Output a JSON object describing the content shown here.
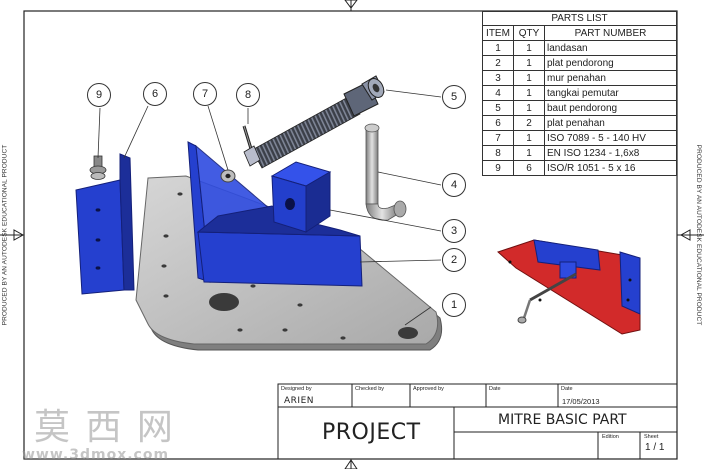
{
  "side_notes": {
    "left": "PRODUCED BY AN AUTODESK EDUCATIONAL PRODUCT",
    "right": "PRODUCED BY AN AUTODESK EDUCATIONAL PRODUCT"
  },
  "balloons": [
    "1",
    "2",
    "3",
    "4",
    "5",
    "6",
    "7",
    "8",
    "9"
  ],
  "parts_list": {
    "title": "PARTS LIST",
    "headers": {
      "item": "ITEM",
      "qty": "QTY",
      "part_number": "PART NUMBER"
    },
    "rows": [
      {
        "item": "1",
        "qty": "1",
        "part": "landasan"
      },
      {
        "item": "2",
        "qty": "1",
        "part": "plat pendorong"
      },
      {
        "item": "3",
        "qty": "1",
        "part": "mur penahan"
      },
      {
        "item": "4",
        "qty": "1",
        "part": "tangkai pemutar"
      },
      {
        "item": "5",
        "qty": "1",
        "part": "baut pendorong"
      },
      {
        "item": "6",
        "qty": "2",
        "part": "plat penahan"
      },
      {
        "item": "7",
        "qty": "1",
        "part": "ISO 7089 - 5 - 140 HV"
      },
      {
        "item": "8",
        "qty": "1",
        "part": "EN ISO 1234 - 1,6x8"
      },
      {
        "item": "9",
        "qty": "6",
        "part": "ISO/R 1051 - 5 x 16"
      }
    ]
  },
  "title_block": {
    "designed_by_label": "Designed by",
    "designed_by": "ARIEN",
    "checked_by_label": "Checked by",
    "approved_by_label": "Approved by",
    "date_label": "Date",
    "date_label_2": "Date",
    "date": "17/05/2013",
    "project": "PROJECT",
    "part_title": "MITRE BASIC PART",
    "edition_label": "Edition",
    "sheet_label": "Sheet",
    "sheet": "1 / 1"
  },
  "watermark": {
    "chars": "莫 西 网",
    "site": "www.3dmox.com"
  },
  "colors": {
    "blue": "#1f35c8",
    "red": "#d42e2e",
    "grey_plate": "#b9b9b9"
  }
}
